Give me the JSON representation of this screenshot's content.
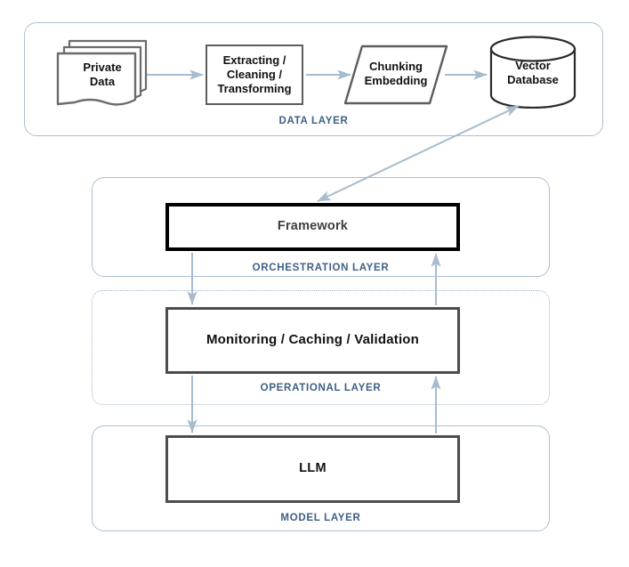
{
  "diagram": {
    "title": "LLM application architecture layers",
    "colors": {
      "layer_border": "#adc0d3",
      "layer_label": "#3e5f86",
      "arrow": "#a8bccd",
      "node_border_gray": "#5d5d5d",
      "node_border_black": "#000000",
      "node_border_darkgray": "#4c4c4c",
      "background": "#ffffff"
    }
  },
  "layers": [
    {
      "id": "data-layer",
      "label": "DATA LAYER",
      "border_style": "solid",
      "nodes": [
        {
          "id": "private-data",
          "label": "Private\nData",
          "label_line1": "Private",
          "label_line2": "Data",
          "shape": "document-stack"
        },
        {
          "id": "extracting-cleaning-transforming",
          "label": "Extracting /\nCleaning /\nTransforming",
          "label_line1": "Extracting /",
          "label_line2": "Cleaning /",
          "label_line3": "Transforming",
          "shape": "rectangle"
        },
        {
          "id": "chunking-embedding",
          "label": "Chunking\nEmbedding",
          "label_line1": "Chunking",
          "label_line2": "Embedding",
          "shape": "parallelogram"
        },
        {
          "id": "vector-database",
          "label": "Vector\nDatabase",
          "label_line1": "Vector",
          "label_line2": "Database",
          "shape": "cylinder"
        }
      ]
    },
    {
      "id": "orchestration-layer",
      "label": "ORCHESTRATION LAYER",
      "border_style": "solid",
      "nodes": [
        {
          "id": "framework",
          "label": "Framework",
          "shape": "rectangle"
        }
      ]
    },
    {
      "id": "operational-layer",
      "label": "OPERATIONAL LAYER",
      "border_style": "dotted",
      "nodes": [
        {
          "id": "monitoring-caching-validation",
          "label": "Monitoring / Caching / Validation",
          "shape": "rectangle"
        }
      ]
    },
    {
      "id": "model-layer",
      "label": "MODEL LAYER",
      "border_style": "solid",
      "nodes": [
        {
          "id": "llm",
          "label": "LLM",
          "shape": "rectangle"
        }
      ]
    }
  ],
  "connections": [
    {
      "id": "private-data-to-extracting",
      "from": "private-data",
      "to": "extracting-cleaning-transforming",
      "direction": "forward"
    },
    {
      "id": "extracting-to-chunking",
      "from": "extracting-cleaning-transforming",
      "to": "chunking-embedding",
      "direction": "forward"
    },
    {
      "id": "chunking-to-vector-database",
      "from": "chunking-embedding",
      "to": "vector-database",
      "direction": "forward"
    },
    {
      "id": "framework-to-vector-database",
      "from": "framework",
      "to": "vector-database",
      "direction": "bidirectional"
    },
    {
      "id": "framework-to-monitoring",
      "from": "framework",
      "to": "monitoring-caching-validation",
      "direction": "forward"
    },
    {
      "id": "monitoring-to-llm",
      "from": "monitoring-caching-validation",
      "to": "llm",
      "direction": "forward"
    },
    {
      "id": "llm-to-monitoring",
      "from": "llm",
      "to": "monitoring-caching-validation",
      "direction": "forward"
    },
    {
      "id": "monitoring-to-framework",
      "from": "monitoring-caching-validation",
      "to": "framework",
      "direction": "forward"
    }
  ]
}
